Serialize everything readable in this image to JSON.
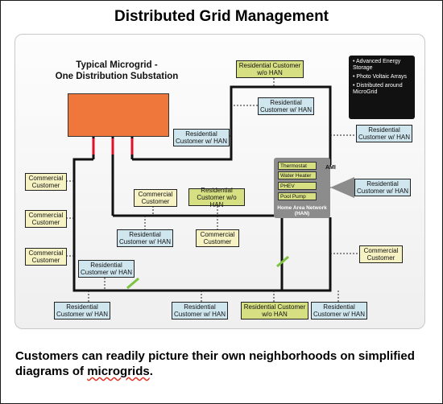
{
  "title": "Distributed Grid Management",
  "caption_text": "Customers can readily picture their own neighborhoods on simplified diagrams of ",
  "caption_underlined": "microgrids",
  "caption_end": ".",
  "substation_title": "Typical Microgrid -\nOne Distribution Substation",
  "legend": [
    "• Advanced Energy Storage",
    "• Photo Voltaic Arrays",
    "• Distributed around MicroGrid"
  ],
  "han": {
    "ami": "AMI",
    "items": [
      "Thermostat",
      "Water Heater",
      "PHEV",
      "Pool Pump"
    ],
    "caption": "Home Area Network (HAN)"
  },
  "customers": {
    "res_han": "Residential Customer w/ HAN",
    "res_wo_han": "Residential Customer w/o HAN",
    "commercial": "Commercial Customer"
  },
  "colors": {
    "substation": "#f0773c",
    "residential_han": "#cfe6ef",
    "residential_wo_han": "#d7df83",
    "commercial": "#f6f2c4",
    "feeder_red": "#e0102a",
    "switch_green": "#7fc241"
  }
}
